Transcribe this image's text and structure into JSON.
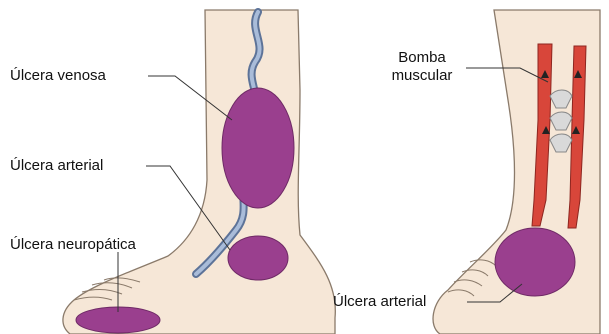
{
  "labels": {
    "venous_ulcer": "Úlcera venosa",
    "arterial_ulcer_left": "Úlcera arterial",
    "neuropathic_ulcer": "Úlcera neuropática",
    "muscle_pump_line1": "Bomba",
    "muscle_pump_line2": "muscular",
    "arterial_ulcer_right": "Úlcera arterial"
  },
  "colors": {
    "skin": "#f6e7d7",
    "skin_outline": "#8a7a6a",
    "ulcer": "#9a3f8e",
    "ulcer_dark": "#6f2a66",
    "vein": "#8fa6c8",
    "vein_outline": "#5d7398",
    "muscle": "#d8463a",
    "muscle_dark": "#8d2620",
    "valve": "#d9d9d9",
    "leader_line": "#333333"
  }
}
